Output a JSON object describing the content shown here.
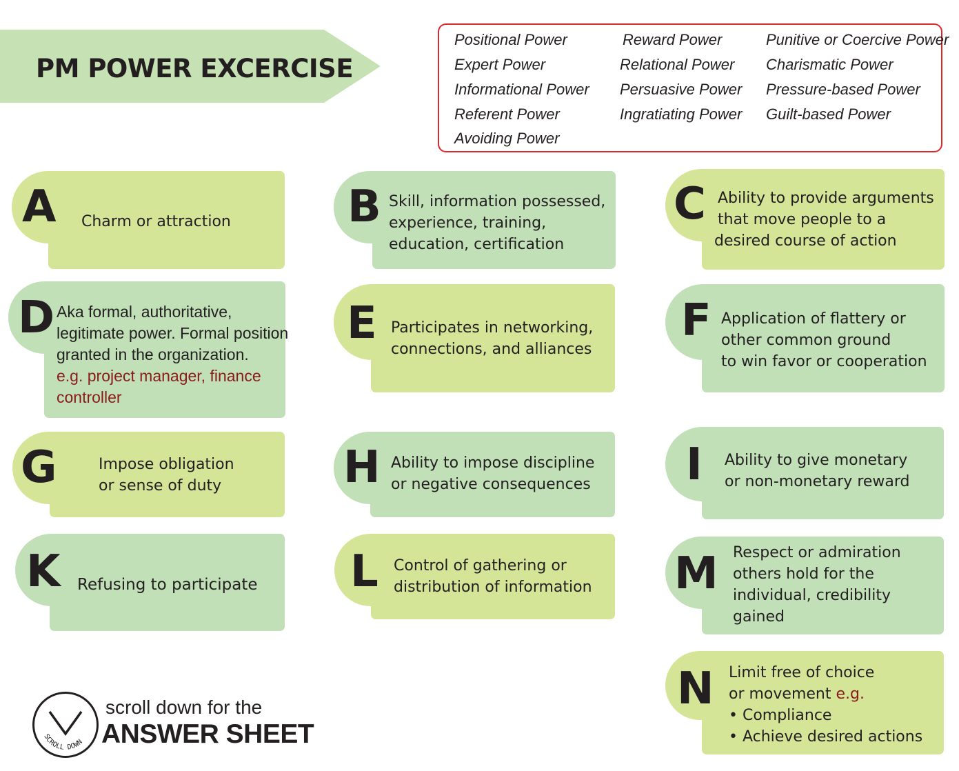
{
  "title": "PM POWER EXCERCISE",
  "legend": {
    "col1": [
      "Positional Power",
      "Expert Power",
      "Informational Power",
      "Referent Power",
      "Avoiding Power"
    ],
    "col2": [
      "Reward Power",
      "Relational Power",
      "Persuasive Power",
      "Ingratiating Power"
    ],
    "col3": [
      "Punitive or Coercive Power",
      "Charismatic Power",
      "Pressure-based Power",
      "Guilt-based Power"
    ]
  },
  "cards": {
    "A": {
      "letter": "A",
      "lines": [
        "Charm or attraction"
      ]
    },
    "B": {
      "letter": "B",
      "lines": [
        "Skill, information possessed,",
        "experience, training,",
        "education,  certification"
      ]
    },
    "C": {
      "letter": "C",
      "lines": [
        "Ability to provide arguments",
        "that move people to a",
        "desired course of action"
      ]
    },
    "D": {
      "letter": "D",
      "lines": [
        "Aka formal, authoritative,",
        "legitimate power. Formal position",
        "granted in the organization."
      ],
      "example": [
        "e.g. project manager, finance",
        "controller"
      ]
    },
    "E": {
      "letter": "E",
      "lines": [
        "Participates in networking,",
        "connections, and alliances"
      ]
    },
    "F": {
      "letter": "F",
      "lines": [
        "Application of flattery or",
        "other common ground",
        "to win favor or cooperation"
      ]
    },
    "G": {
      "letter": "G",
      "lines": [
        "Impose obligation",
        "or sense of duty"
      ]
    },
    "H": {
      "letter": "H",
      "lines": [
        "Ability to impose discipline",
        "or negative consequences"
      ]
    },
    "I": {
      "letter": "I",
      "lines": [
        "Ability to give monetary",
        "or non-monetary reward"
      ]
    },
    "K": {
      "letter": "K",
      "lines": [
        "Refusing to participate"
      ]
    },
    "L": {
      "letter": "L",
      "lines": [
        "Control of gathering or",
        "distribution of information"
      ]
    },
    "M": {
      "letter": "M",
      "lines": [
        "Respect or admiration",
        "others hold for the",
        "individual, credibility",
        "gained"
      ]
    },
    "N": {
      "letter": "N",
      "line1": "Limit free of choice",
      "line2": "or movement",
      "eg": "e.g.",
      "bullets": [
        "• Compliance",
        "• Achieve desired actions"
      ]
    }
  },
  "scroll": {
    "circle_text": "SCROLL DOWN",
    "top": "scroll down for the",
    "bottom": "ANSWER SHEET"
  },
  "colors": {
    "green": "#c1e0b8",
    "lime": "#d5e598",
    "banner": "#c6e1b4",
    "legend_border": "#e0262d",
    "example_text": "#8b1a1a"
  },
  "icons": {
    "scroll_down": "chevron-down-icon"
  }
}
